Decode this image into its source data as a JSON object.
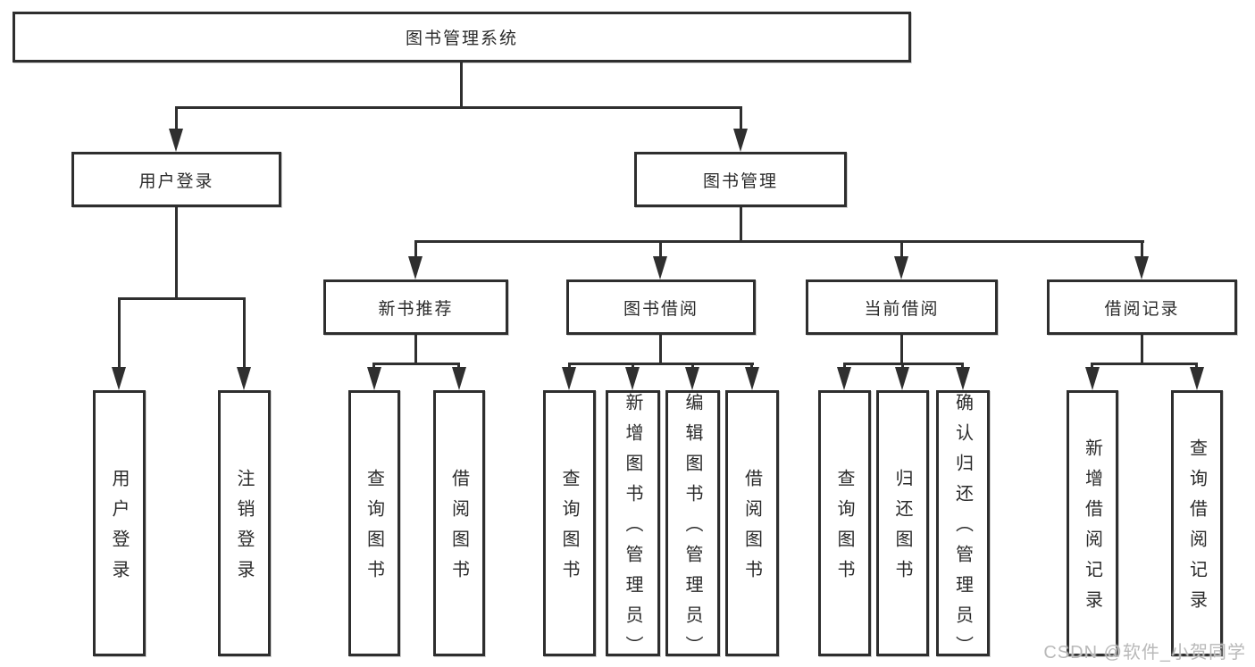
{
  "diagram": {
    "root": {
      "label": "图书管理系统"
    },
    "branches": [
      {
        "label": "用户登录",
        "children": [
          {
            "label": "用户登录"
          },
          {
            "label": "注销登录"
          }
        ]
      },
      {
        "label": "图书管理",
        "children": [
          {
            "label": "新书推荐",
            "children": [
              {
                "label": "查询图书"
              },
              {
                "label": "借阅图书"
              }
            ]
          },
          {
            "label": "图书借阅",
            "children": [
              {
                "label": "查询图书"
              },
              {
                "label": "新增图书（管理员）"
              },
              {
                "label": "编辑图书（管理员）"
              },
              {
                "label": "借阅图书"
              }
            ]
          },
          {
            "label": "当前借阅",
            "children": [
              {
                "label": "查询图书"
              },
              {
                "label": "归还图书"
              },
              {
                "label": "确认归还（管理员）"
              }
            ]
          },
          {
            "label": "借阅记录",
            "children": [
              {
                "label": "新增借阅记录"
              },
              {
                "label": "查询借阅记录"
              }
            ]
          }
        ]
      }
    ]
  },
  "watermark": {
    "text": "CSDN @软件_小贺同学"
  },
  "colors": {
    "line": "#2f2f2f",
    "box_border": "#2e2e2e",
    "box_fill": "#ffffff",
    "text": "#2b2b2b",
    "watermark": "#b9b9b9",
    "background": "#ffffff"
  }
}
